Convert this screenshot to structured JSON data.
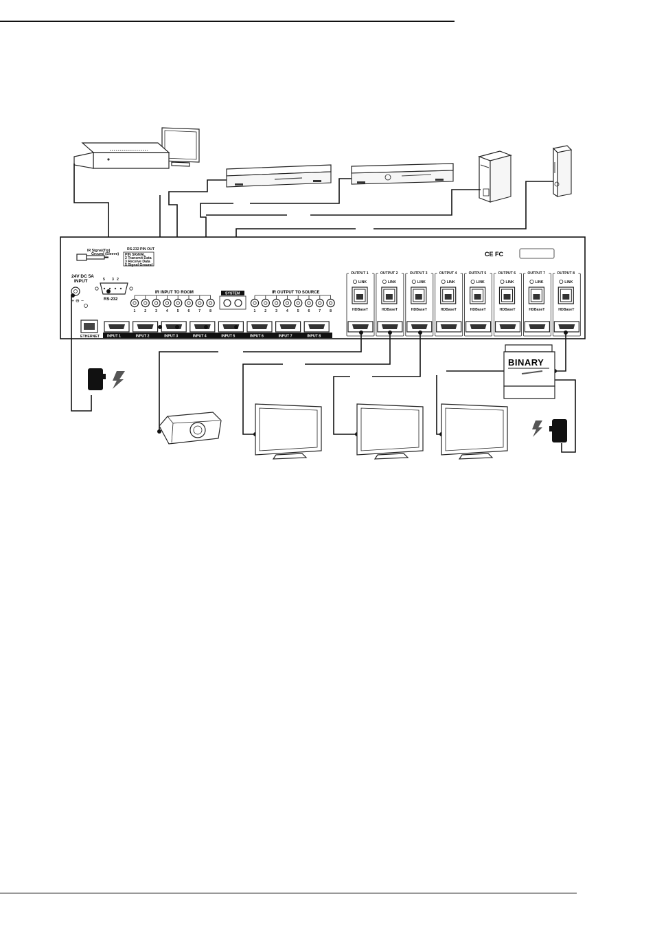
{
  "panel": {
    "power_label_line1": "24V DC 5A",
    "power_label_line2": "INPUT",
    "rs232_label": "RS-232",
    "rs232_pins": [
      "5",
      "3",
      "2"
    ],
    "rs232_pinout_title": "RS-232 PIN OUT",
    "rs232_pinout_rows": [
      "PIN SIGNAL",
      "2  Transmit Data",
      "3  Receive Data",
      "5  Signal Ground"
    ],
    "ir_plug_label1": "IR Signal(Tip)",
    "ir_plug_label2": "Ground (Sleeve)",
    "ir_in_title": "IR INPUT TO ROOM",
    "ir_out_title": "IR OUTPUT TO SOURCE",
    "system_label": "SYSTEM",
    "ethernet_label": "ETHERNET",
    "ir_numbers": [
      "1",
      "2",
      "3",
      "4",
      "5",
      "6",
      "7",
      "8"
    ],
    "inputs": [
      "INPUT 1",
      "INPUT 2",
      "INPUT 3",
      "INPUT 4",
      "INPUT 5",
      "INPUT 6",
      "INPUT 7",
      "INPUT 8"
    ],
    "outputs": [
      "OUTPUT 1",
      "OUTPUT 2",
      "OUTPUT 3",
      "OUTPUT 4",
      "OUTPUT 5",
      "OUTPUT 6",
      "OUTPUT 7",
      "OUTPUT 8"
    ],
    "link_label": "LINK",
    "hdbaset_label": "HDBaseT",
    "cert_marks": "CE FC"
  },
  "receiver": {
    "brand": "BINARY"
  }
}
